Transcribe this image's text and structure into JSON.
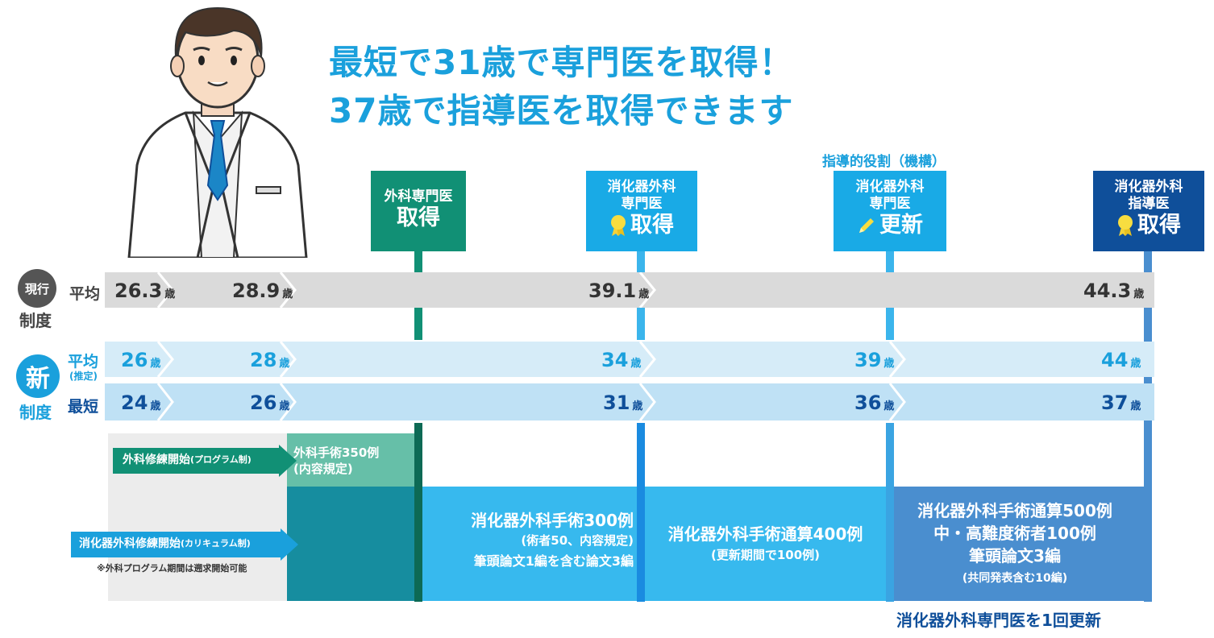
{
  "headline": {
    "line1": "最短で31歳で専門医を取得！",
    "line2": "37歳で指導医を取得できます"
  },
  "milestones": [
    {
      "id": "surgery-specialist",
      "line1": "外科専門医",
      "big": "取得",
      "color": "#119075",
      "icon": ""
    },
    {
      "id": "gi-specialist",
      "line1": "消化器外科",
      "line2": "専門医",
      "big": "取得",
      "color": "#19aae6",
      "icon": "medal-icon"
    },
    {
      "id": "gi-renewal",
      "line1": "消化器外科",
      "line2": "専門医",
      "big": "更新",
      "color": "#19aae6",
      "icon": "pencil-icon",
      "caption": "指導的役割（機構）"
    },
    {
      "id": "gi-instructor",
      "line1": "消化器外科",
      "line2": "指導医",
      "big": "取得",
      "color": "#0f4f9a",
      "icon": "medal-icon"
    }
  ],
  "current_system": {
    "badge_line1": "現行",
    "badge_line2": "制度",
    "row_label": "平均",
    "ages": [
      "26.3",
      "28.9",
      "39.1",
      "44.3"
    ]
  },
  "new_system": {
    "badge_char": "新",
    "badge_line2": "制度",
    "avg_label": "平均",
    "avg_sub": "(推定)",
    "min_label": "最短",
    "avg_ages": [
      "26",
      "28",
      "34",
      "39",
      "44"
    ],
    "min_ages": [
      "24",
      "26",
      "31",
      "36",
      "37"
    ]
  },
  "age_unit": "歳",
  "training": {
    "surgery_start": "外科修練開始",
    "surgery_start_sub": "(プログラム制)",
    "gi_start": "消化器外科修練開始",
    "gi_start_sub": "(カリキュラム制)",
    "note": "※外科プログラム期間は遡求開始可能",
    "surgery_req_line1": "外科手術350例",
    "surgery_req_line2": "(内容規定)",
    "gi_req1_line1": "消化器外科手術300例",
    "gi_req1_line2": "(術者50、内容規定)",
    "gi_req1_line3": "筆頭論文1編を含む論文3編",
    "gi_req2_line1": "消化器外科手術通算400例",
    "gi_req2_line2": "(更新期間で100例)",
    "gi_req3_line1": "消化器外科手術通算500例",
    "gi_req3_line2": "中・高難度術者100例",
    "gi_req3_line3": "筆頭論文3編",
    "gi_req3_line4": "(共同発表含む10編)",
    "footer": "消化器外科専門医を1回更新"
  },
  "colors": {
    "accent_blue": "#1aa0dc",
    "navy": "#0f4f9a",
    "teal": "#119075",
    "light_band": "#d6ecf8",
    "mid_band": "#bfe1f5",
    "gray_band": "#dadada"
  }
}
